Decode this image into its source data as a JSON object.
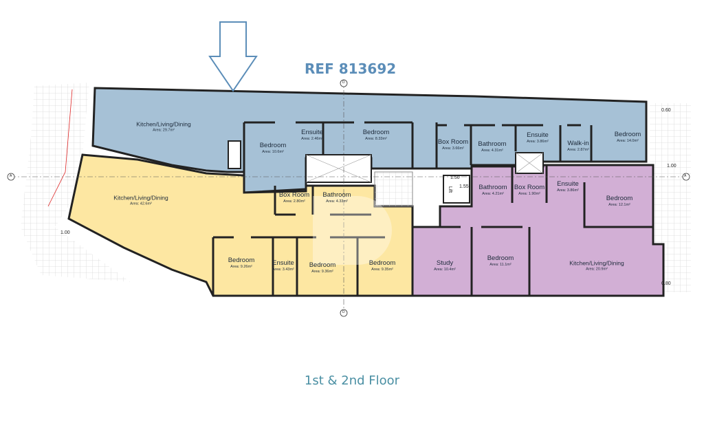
{
  "title": "REF 813692",
  "footer": "1st & 2nd Floor",
  "colors": {
    "apartment_blue": "#a6c1d6",
    "apartment_yellow": "#fde7a2",
    "apartment_purple": "#d2afd5",
    "title": "#5b8db8",
    "footer": "#4a8fa3"
  },
  "icons": {
    "arrow": "down-arrow-icon"
  },
  "area_prefix": "Area:",
  "rooms": [
    {
      "name": "Kitchen/Living/Dining",
      "area": "Area: 29.7m²"
    },
    {
      "name": "Bedroom",
      "area": "Area: 10.6m²"
    },
    {
      "name": "Ensuite",
      "area": "Area: 2.46m²"
    },
    {
      "name": "Bedroom",
      "area": "Area: 8.33m²"
    },
    {
      "name": "Box Room",
      "area": "Area: 3.66m²"
    },
    {
      "name": "Bathroom",
      "area": "Area: 4.31m²"
    },
    {
      "name": "Ensuite",
      "area": "Area: 3.86m²"
    },
    {
      "name": "Walk-in",
      "area": "Area: 2.87m²"
    },
    {
      "name": "Bedroom",
      "area": "Area: 14.0m²"
    },
    {
      "name": "Kitchen/Living/Dining",
      "area": "Area: 42.6m²"
    },
    {
      "name": "Box Room",
      "area": "Area: 2.80m²"
    },
    {
      "name": "Bathroom",
      "area": "Area: 4.33m²"
    },
    {
      "name": "Bedroom",
      "area": "Area: 9.26m²"
    },
    {
      "name": "Ensuite",
      "area": "Area: 3.43m²"
    },
    {
      "name": "Bedroom",
      "area": "Area: 9.36m²"
    },
    {
      "name": "Bedroom",
      "area": "Area: 9.35m²"
    },
    {
      "name": "Bathroom",
      "area": "Area: 4.21m²"
    },
    {
      "name": "Box Room",
      "area": "Area: 1.90m²"
    },
    {
      "name": "Ensuite",
      "area": "Area: 3.86m²"
    },
    {
      "name": "Bedroom",
      "area": "Area: 12.1m²"
    },
    {
      "name": "Study",
      "area": "Area: 10.4m²"
    },
    {
      "name": "Bedroom",
      "area": "Area: 11.1m²"
    },
    {
      "name": "Kitchen/Living/Dining",
      "area": "Area: 20.9m²"
    }
  ],
  "dimensions": {
    "d1": "0.60",
    "d2": "1.00",
    "d3": "1.50",
    "d4": "1.55",
    "d5": "1.00",
    "d6": "0.80",
    "lift": "Lift"
  },
  "grid_markers": {
    "a": "A",
    "d": "D"
  }
}
